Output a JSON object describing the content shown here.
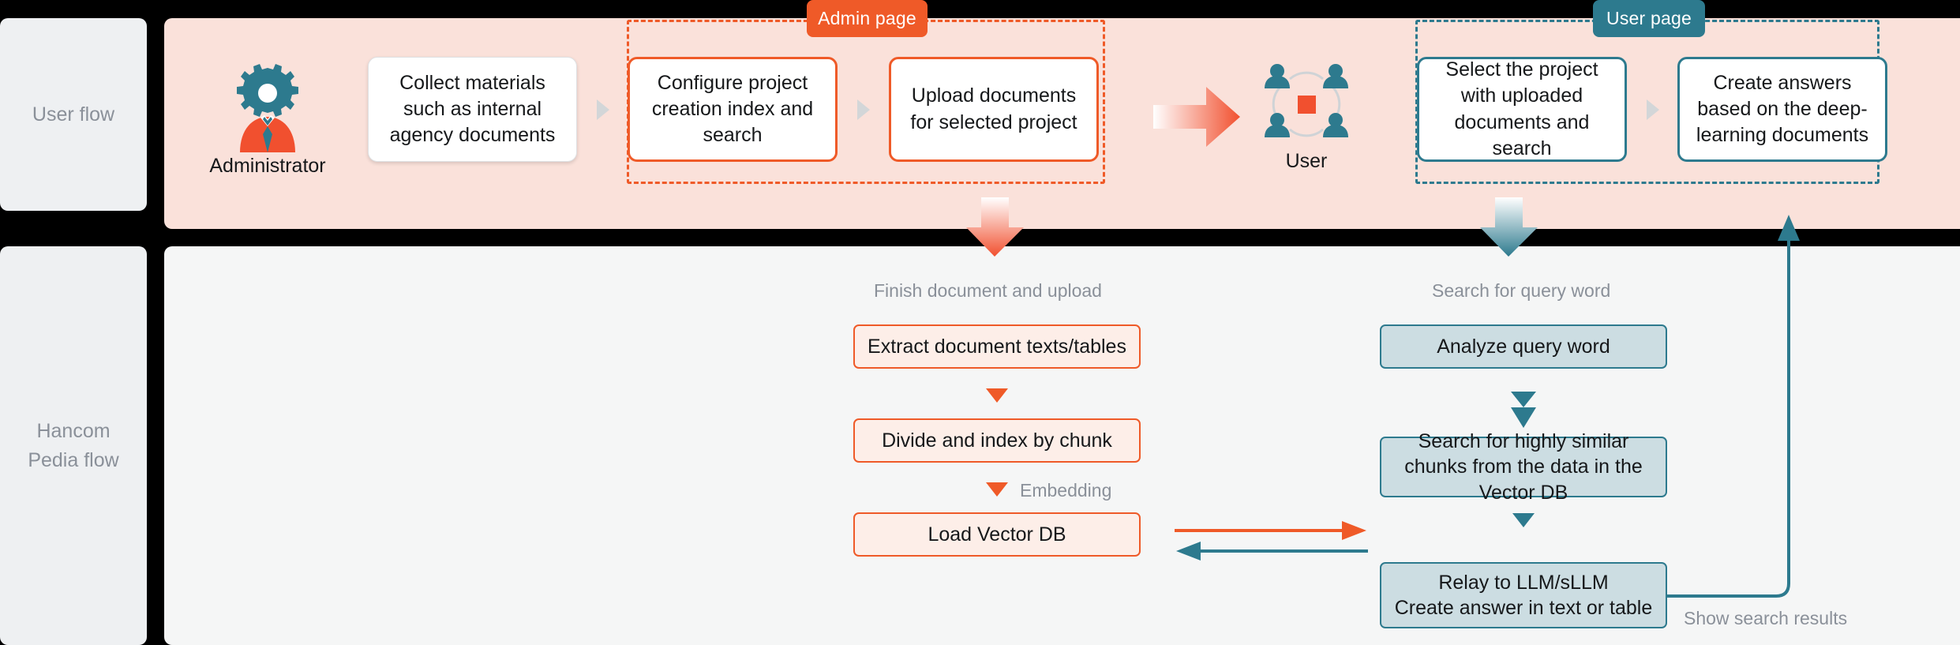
{
  "swimlanes": [
    {
      "label": "User flow"
    },
    {
      "label": "Hancom Pedia flow"
    }
  ],
  "badges": {
    "admin": "Admin page",
    "user": "User page"
  },
  "colors": {
    "orange": "#ef5a28",
    "teal": "#2d7a8e",
    "top_panel_bg": "#fae1da",
    "bottom_panel_bg": "#f5f6f6",
    "sidebar_bg": "#eef0f2",
    "box_orange_fill": "#fdeee8",
    "box_teal_fill": "#ccdde2",
    "background": "#000000"
  },
  "user_flow": {
    "administrator": {
      "icon": "administrator-gear-person-icon",
      "label": "Administrator"
    },
    "user": {
      "icon": "user-group-icon",
      "label": "User"
    },
    "steps": [
      {
        "id": "collect",
        "text": "Collect materials such as internal agency documents",
        "style": "plain"
      },
      {
        "id": "configure",
        "text": "Configure project creation index and search",
        "style": "orange"
      },
      {
        "id": "upload",
        "text": "Upload documents for selected project",
        "style": "orange"
      },
      {
        "id": "select",
        "text": "Select the project with uploaded documents and search",
        "style": "teal"
      },
      {
        "id": "create",
        "text": "Create answers based on the deep-learning documents",
        "style": "teal"
      }
    ]
  },
  "pedia_flow": {
    "left_column": {
      "caption": "Finish document and upload",
      "steps": [
        {
          "id": "extract",
          "text": "Extract document texts/tables"
        },
        {
          "id": "divide",
          "text": "Divide and index by chunk"
        },
        {
          "id": "load",
          "text": "Load Vector DB"
        }
      ],
      "edge_label": "Embedding"
    },
    "right_column": {
      "caption": "Search for query word",
      "steps": [
        {
          "id": "analyze",
          "text": "Analyze query word"
        },
        {
          "id": "similar",
          "text": "Search for highly similar chunks from the data in the Vector DB"
        },
        {
          "id": "relay",
          "text": "Relay to LLM/sLLM\nCreate answer in text or table"
        }
      ]
    },
    "return_label": "Show search results"
  }
}
